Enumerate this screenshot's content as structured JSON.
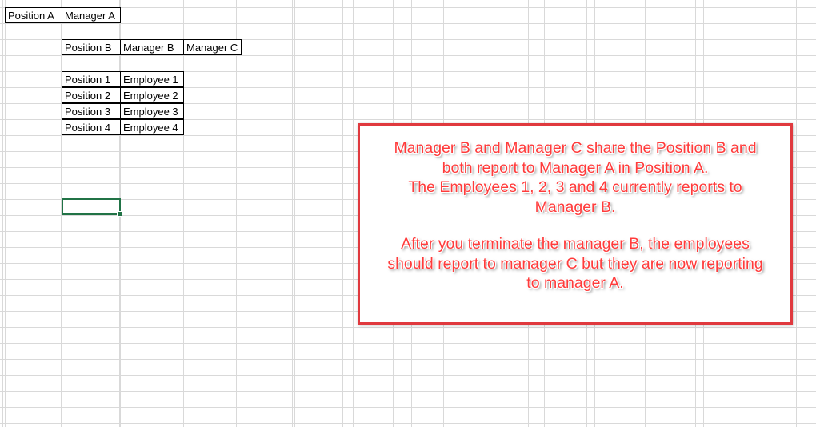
{
  "cells": {
    "r1": [
      "Position A",
      "Manager A"
    ],
    "r3": [
      "Position B",
      "Manager B",
      "Manager C"
    ],
    "rows": [
      [
        "Position 1",
        "Employee 1"
      ],
      [
        "Position 2",
        "Employee 2"
      ],
      [
        "Position 3",
        "Employee 3"
      ],
      [
        "Position 4",
        "Employee 4"
      ]
    ]
  },
  "callout": {
    "para1": [
      "Manager B and Manager C share the Position B and",
      "both report to Manager A in Position A.",
      "The Employees 1, 2, 3 and 4 currently reports to",
      "Manager B."
    ],
    "para2": [
      "After you terminate the manager B, the employees",
      "should report to manager C but they are now reporting",
      "to manager A."
    ]
  },
  "colors": {
    "callout_border": "#e0393e",
    "callout_text": "#ff3b3b",
    "selection": "#217346",
    "gridline": "#d9d9d9"
  }
}
